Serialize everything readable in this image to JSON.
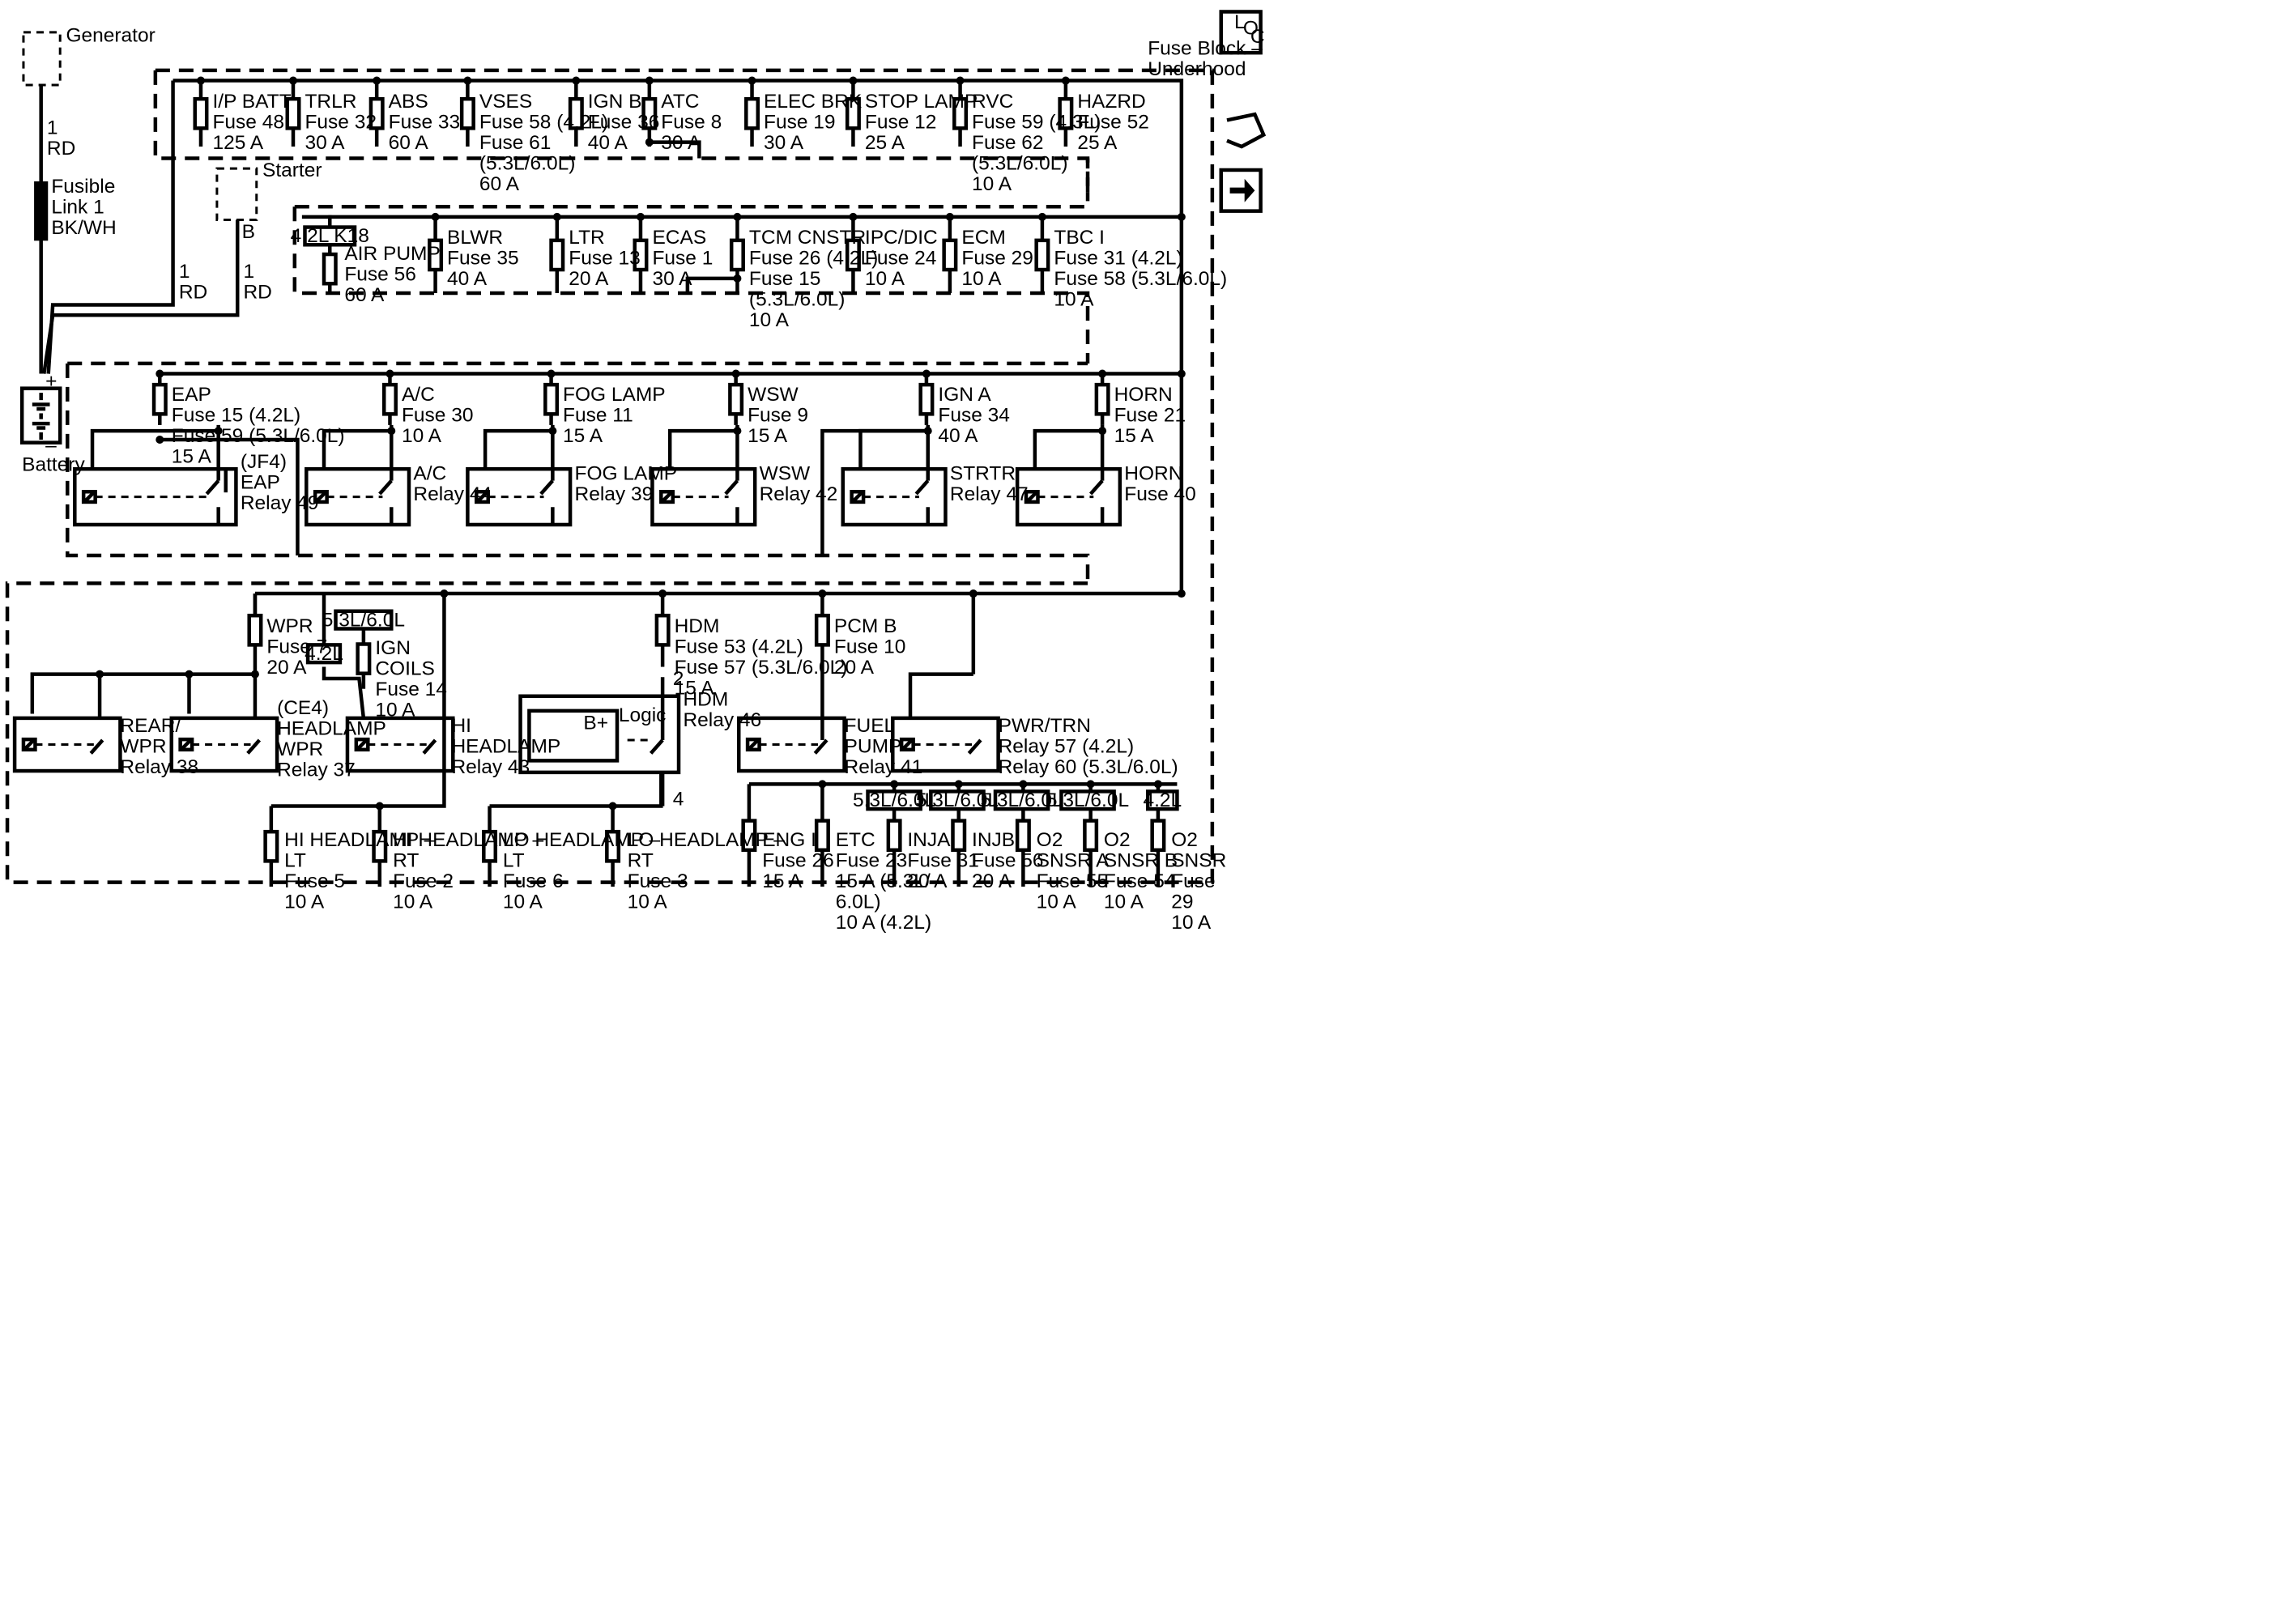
{
  "header": {
    "fuse_block_title": [
      "Fuse Block –",
      "Underhood"
    ]
  },
  "side_icons": {
    "loc_letters": [
      "L",
      "O",
      "C"
    ],
    "loc_icon": "loc-icon",
    "connector_icon": "connector-tool-icon",
    "arrow_icon": "right-arrow-icon"
  },
  "components": {
    "generator": "Generator",
    "starter": "Starter",
    "starter_terminal": "B",
    "battery": "Battery",
    "battery_plus": "+",
    "battery_minus": "–",
    "wire_gen": [
      "1",
      "RD"
    ],
    "fusible_link": [
      "Fusible",
      "Link 1",
      "BK/WH"
    ],
    "wire_bus": [
      "1",
      "RD"
    ],
    "wire_starter": [
      "1",
      "RD"
    ]
  },
  "row1_fuses": [
    {
      "lines": [
        "I/P BATT",
        "Fuse 48",
        "125 A"
      ]
    },
    {
      "lines": [
        "TRLR",
        "Fuse 32",
        "30 A"
      ]
    },
    {
      "lines": [
        "ABS",
        "Fuse 33",
        "60 A"
      ]
    },
    {
      "lines": [
        "VSES",
        "Fuse 58 (4.2L)",
        "Fuse 61",
        "(5.3L/6.0L)",
        "60 A"
      ]
    },
    {
      "lines": [
        "IGN B",
        "Fuse 36",
        "40 A"
      ]
    },
    {
      "lines": [
        "ATC",
        "Fuse 8",
        "30 A"
      ]
    },
    {
      "lines": [
        "ELEC BRK",
        "Fuse 19",
        "30 A"
      ]
    },
    {
      "lines": [
        "STOP LAMP",
        "Fuse 12",
        "25 A"
      ]
    },
    {
      "lines": [
        "RVC",
        "Fuse 59 (4.3L)",
        "Fuse 62",
        "(5.3L/6.0L)",
        "10 A"
      ]
    },
    {
      "lines": [
        "HAZRD",
        "Fuse 52",
        "25 A"
      ]
    }
  ],
  "row2_fuses": [
    {
      "tag": "4.2L K18",
      "lines": [
        "AIR PUMP",
        "Fuse 56",
        "60 A"
      ]
    },
    {
      "lines": [
        "BLWR",
        "Fuse 35",
        "40 A"
      ]
    },
    {
      "lines": [
        "LTR",
        "Fuse 13",
        "20 A"
      ]
    },
    {
      "lines": [
        "ECAS",
        "Fuse 1",
        "30 A"
      ]
    },
    {
      "lines": [
        "TCM CNSTR",
        "Fuse 26 (4.2L)",
        "Fuse 15",
        "(5.3L/6.0L)",
        "10 A"
      ]
    },
    {
      "lines": [
        "IPC/DIC",
        "Fuse 24",
        "10 A"
      ]
    },
    {
      "lines": [
        "ECM",
        "Fuse 29",
        "10 A"
      ]
    },
    {
      "lines": [
        "TBC I",
        "Fuse 31 (4.2L)",
        "Fuse 58 (5.3L/6.0L)",
        "10 A"
      ]
    }
  ],
  "row3_fuses": [
    {
      "lines": [
        "EAP",
        "Fuse 15 (4.2L)",
        "Fuse 59 (5.3L/6.0L)",
        "15 A"
      ]
    },
    {
      "lines": [
        "A/C",
        "Fuse 30",
        "10 A"
      ]
    },
    {
      "lines": [
        "FOG LAMP",
        "Fuse 11",
        "15 A"
      ]
    },
    {
      "lines": [
        "WSW",
        "Fuse 9",
        "15 A"
      ]
    },
    {
      "lines": [
        "IGN A",
        "Fuse 34",
        "40 A"
      ]
    },
    {
      "lines": [
        "HORN",
        "Fuse 21",
        "15 A"
      ]
    }
  ],
  "row3_relays": [
    {
      "lines": [
        "(JF4)",
        "EAP",
        "Relay 49"
      ]
    },
    {
      "lines": [
        "A/C",
        "Relay 44"
      ]
    },
    {
      "lines": [
        "FOG LAMP",
        "Relay 39"
      ]
    },
    {
      "lines": [
        "WSW",
        "Relay 42"
      ]
    },
    {
      "lines": [
        "STRTR",
        "Relay 47"
      ]
    },
    {
      "lines": [
        "HORN",
        "Fuse 40"
      ]
    }
  ],
  "bottom": {
    "wpr_fuse": [
      "WPR",
      "Fuse 7",
      "20 A"
    ],
    "tag_53_60": "5.3L/6.0L",
    "tag_42": "4.2L",
    "ign_coils": [
      "IGN",
      "COILS",
      "Fuse 14",
      "10 A"
    ],
    "hdm_fuse": [
      "HDM",
      "Fuse 53 (4.2L)",
      "Fuse 57 (5.3L/6.0L)",
      "15 A"
    ],
    "pcm_fuse": [
      "PCM B",
      "Fuse 10",
      "20 A"
    ],
    "relay_rear_wpr": [
      "REAR/",
      "WPR",
      "Relay 38"
    ],
    "relay_headlamp_wpr": [
      "(CE4)",
      "HEADLAMP",
      "WPR",
      "Relay 37"
    ],
    "relay_hi_headlamp": [
      "HI",
      "HEADLAMP",
      "Relay 43"
    ],
    "hdm_module": [
      "HDM",
      "Relay 46"
    ],
    "hdm_logic": "Logic",
    "hdm_bplus": "B+",
    "hdm_pin_top": "2",
    "hdm_pin_bottom": "4",
    "relay_fuel_pump": [
      "FUEL",
      "PUMP",
      "Relay 41"
    ],
    "relay_pwr_trn": [
      "PWR/TRN",
      "Relay 57 (4.2L)",
      "Relay 60 (5.3L/6.0L)"
    ],
    "hi_lt": [
      "HI HEADLAMP –",
      "LT",
      "Fuse 5",
      "10 A"
    ],
    "hi_rt": [
      "HI HEADLAMP –",
      "RT",
      "Fuse 2",
      "10 A"
    ],
    "lo_lt": [
      "LO HEADLAMP –",
      "LT",
      "Fuse 6",
      "10 A"
    ],
    "lo_rt": [
      "LO HEADLAMP –",
      "RT",
      "Fuse 3",
      "10 A"
    ],
    "eng_i": [
      "ENG I",
      "Fuse 26",
      "15 A"
    ],
    "etc": [
      "ETC",
      "Fuse 23",
      "15 A (5.3L/",
      "6.0L)",
      "10 A (4.2L)"
    ],
    "inja": [
      "INJA",
      "Fuse 31",
      "20 A"
    ],
    "injb": [
      "INJB",
      "Fuse 56",
      "20 A"
    ],
    "o2a": [
      "O2",
      "SNSR A",
      "Fuse 55",
      "10 A"
    ],
    "o2b": [
      "O2",
      "SNSR B",
      "Fuse 54",
      "10 A"
    ],
    "o2": [
      "O2",
      "SNSR",
      "Fuse",
      "29",
      "10 A"
    ],
    "tags_bottom": [
      "5.3L/6.0L",
      "5.3L/6.0L",
      "5.3L/6.0L",
      "5.3L/6.0L",
      "4.2L"
    ]
  }
}
